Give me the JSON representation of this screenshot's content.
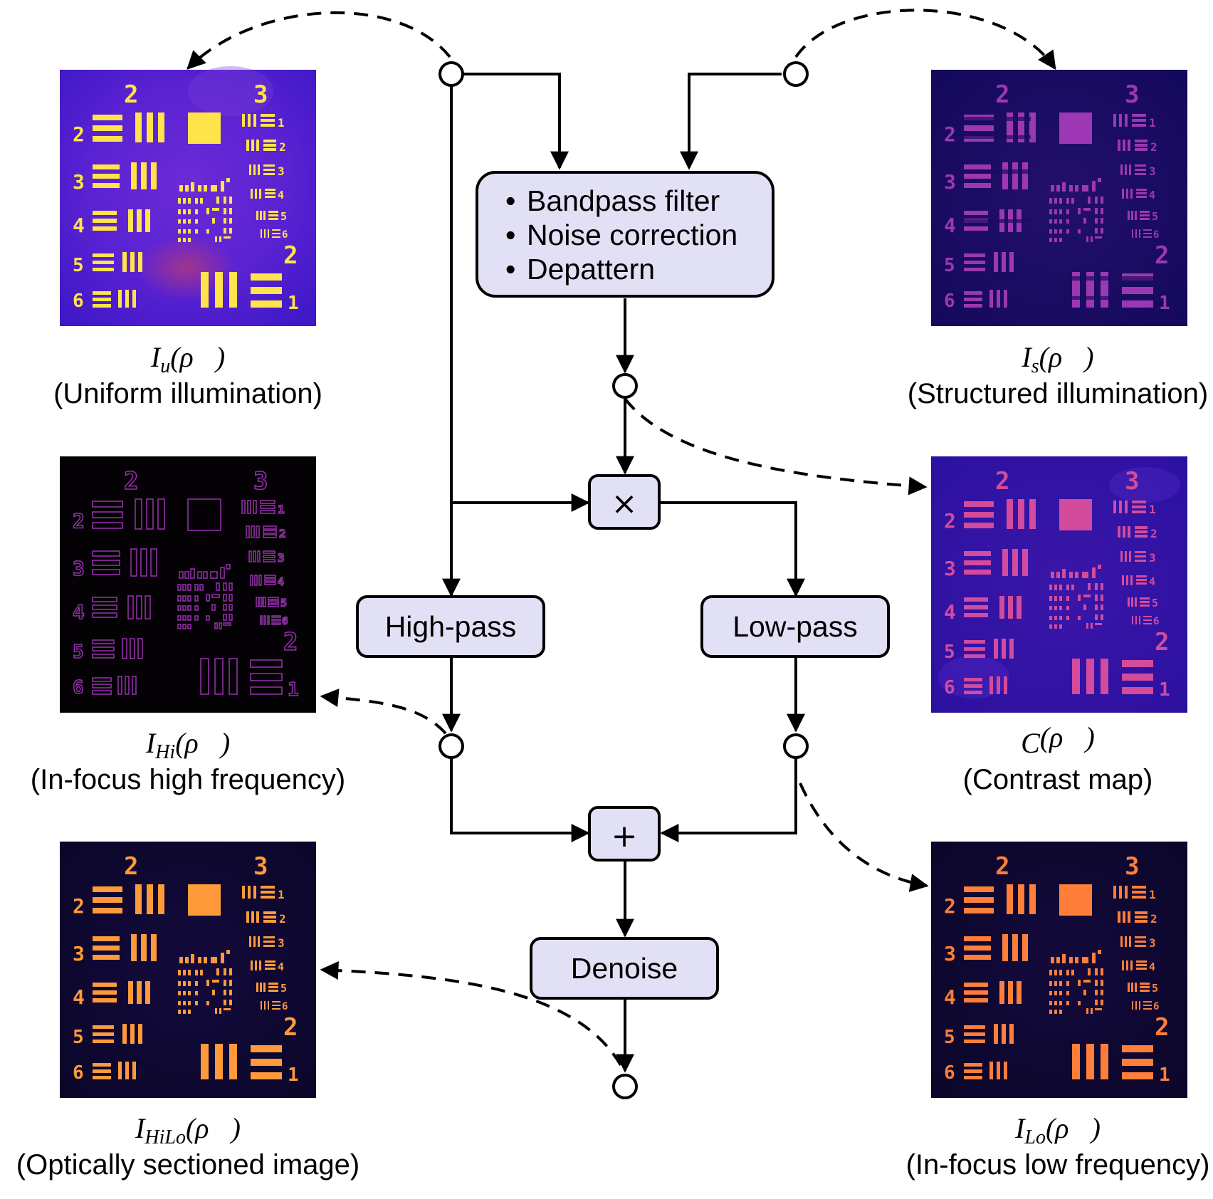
{
  "filter_box": {
    "items": [
      "Bandpass filter",
      "Noise correction",
      "Depattern"
    ]
  },
  "operators": {
    "multiply": "×",
    "add": "+"
  },
  "high_pass_label": "High-pass",
  "low_pass_label": "Low-pass",
  "denoise_label": "Denoise",
  "images": [
    {
      "id": "uniform",
      "symbol": "I",
      "subscript": "u",
      "arg": "(ρ⃗)",
      "description": "(Uniform illumination)",
      "colormap": "purple-bright",
      "highlight": "#ffe34a"
    },
    {
      "id": "structured",
      "symbol": "I",
      "subscript": "s",
      "arg": "(ρ⃗)",
      "description": "(Structured illumination)",
      "colormap": "dark-speckled",
      "highlight": "#c247c9"
    },
    {
      "id": "high_freq",
      "symbol": "I",
      "subscript": "Hi",
      "arg": "(ρ⃗)",
      "description": "(In-focus high frequency)",
      "colormap": "black-outline",
      "highlight": "#9a33a6"
    },
    {
      "id": "contrast",
      "symbol": "C",
      "subscript": "",
      "arg": "(ρ⃗)",
      "description": "(Contrast map)",
      "colormap": "purple-pink",
      "highlight": "#d24b9c"
    },
    {
      "id": "sectioned",
      "symbol": "I",
      "subscript": "HiLo",
      "arg": "(ρ⃗)",
      "description": "(Optically sectioned image)",
      "colormap": "dark-orange",
      "highlight": "#ff9a3a"
    },
    {
      "id": "low_freq",
      "symbol": "I",
      "subscript": "Lo",
      "arg": "(ρ⃗)",
      "description": "(In-focus low frequency)",
      "colormap": "dark-orange",
      "highlight": "#ff8a3d"
    }
  ],
  "target_labels": {
    "group_left": "2",
    "group_right": "3",
    "group_lower": "2",
    "rows_left": [
      "2",
      "3",
      "4",
      "5",
      "6"
    ],
    "rows_right": [
      "1",
      "2",
      "3",
      "4",
      "5",
      "6"
    ],
    "row_lower": "1"
  }
}
